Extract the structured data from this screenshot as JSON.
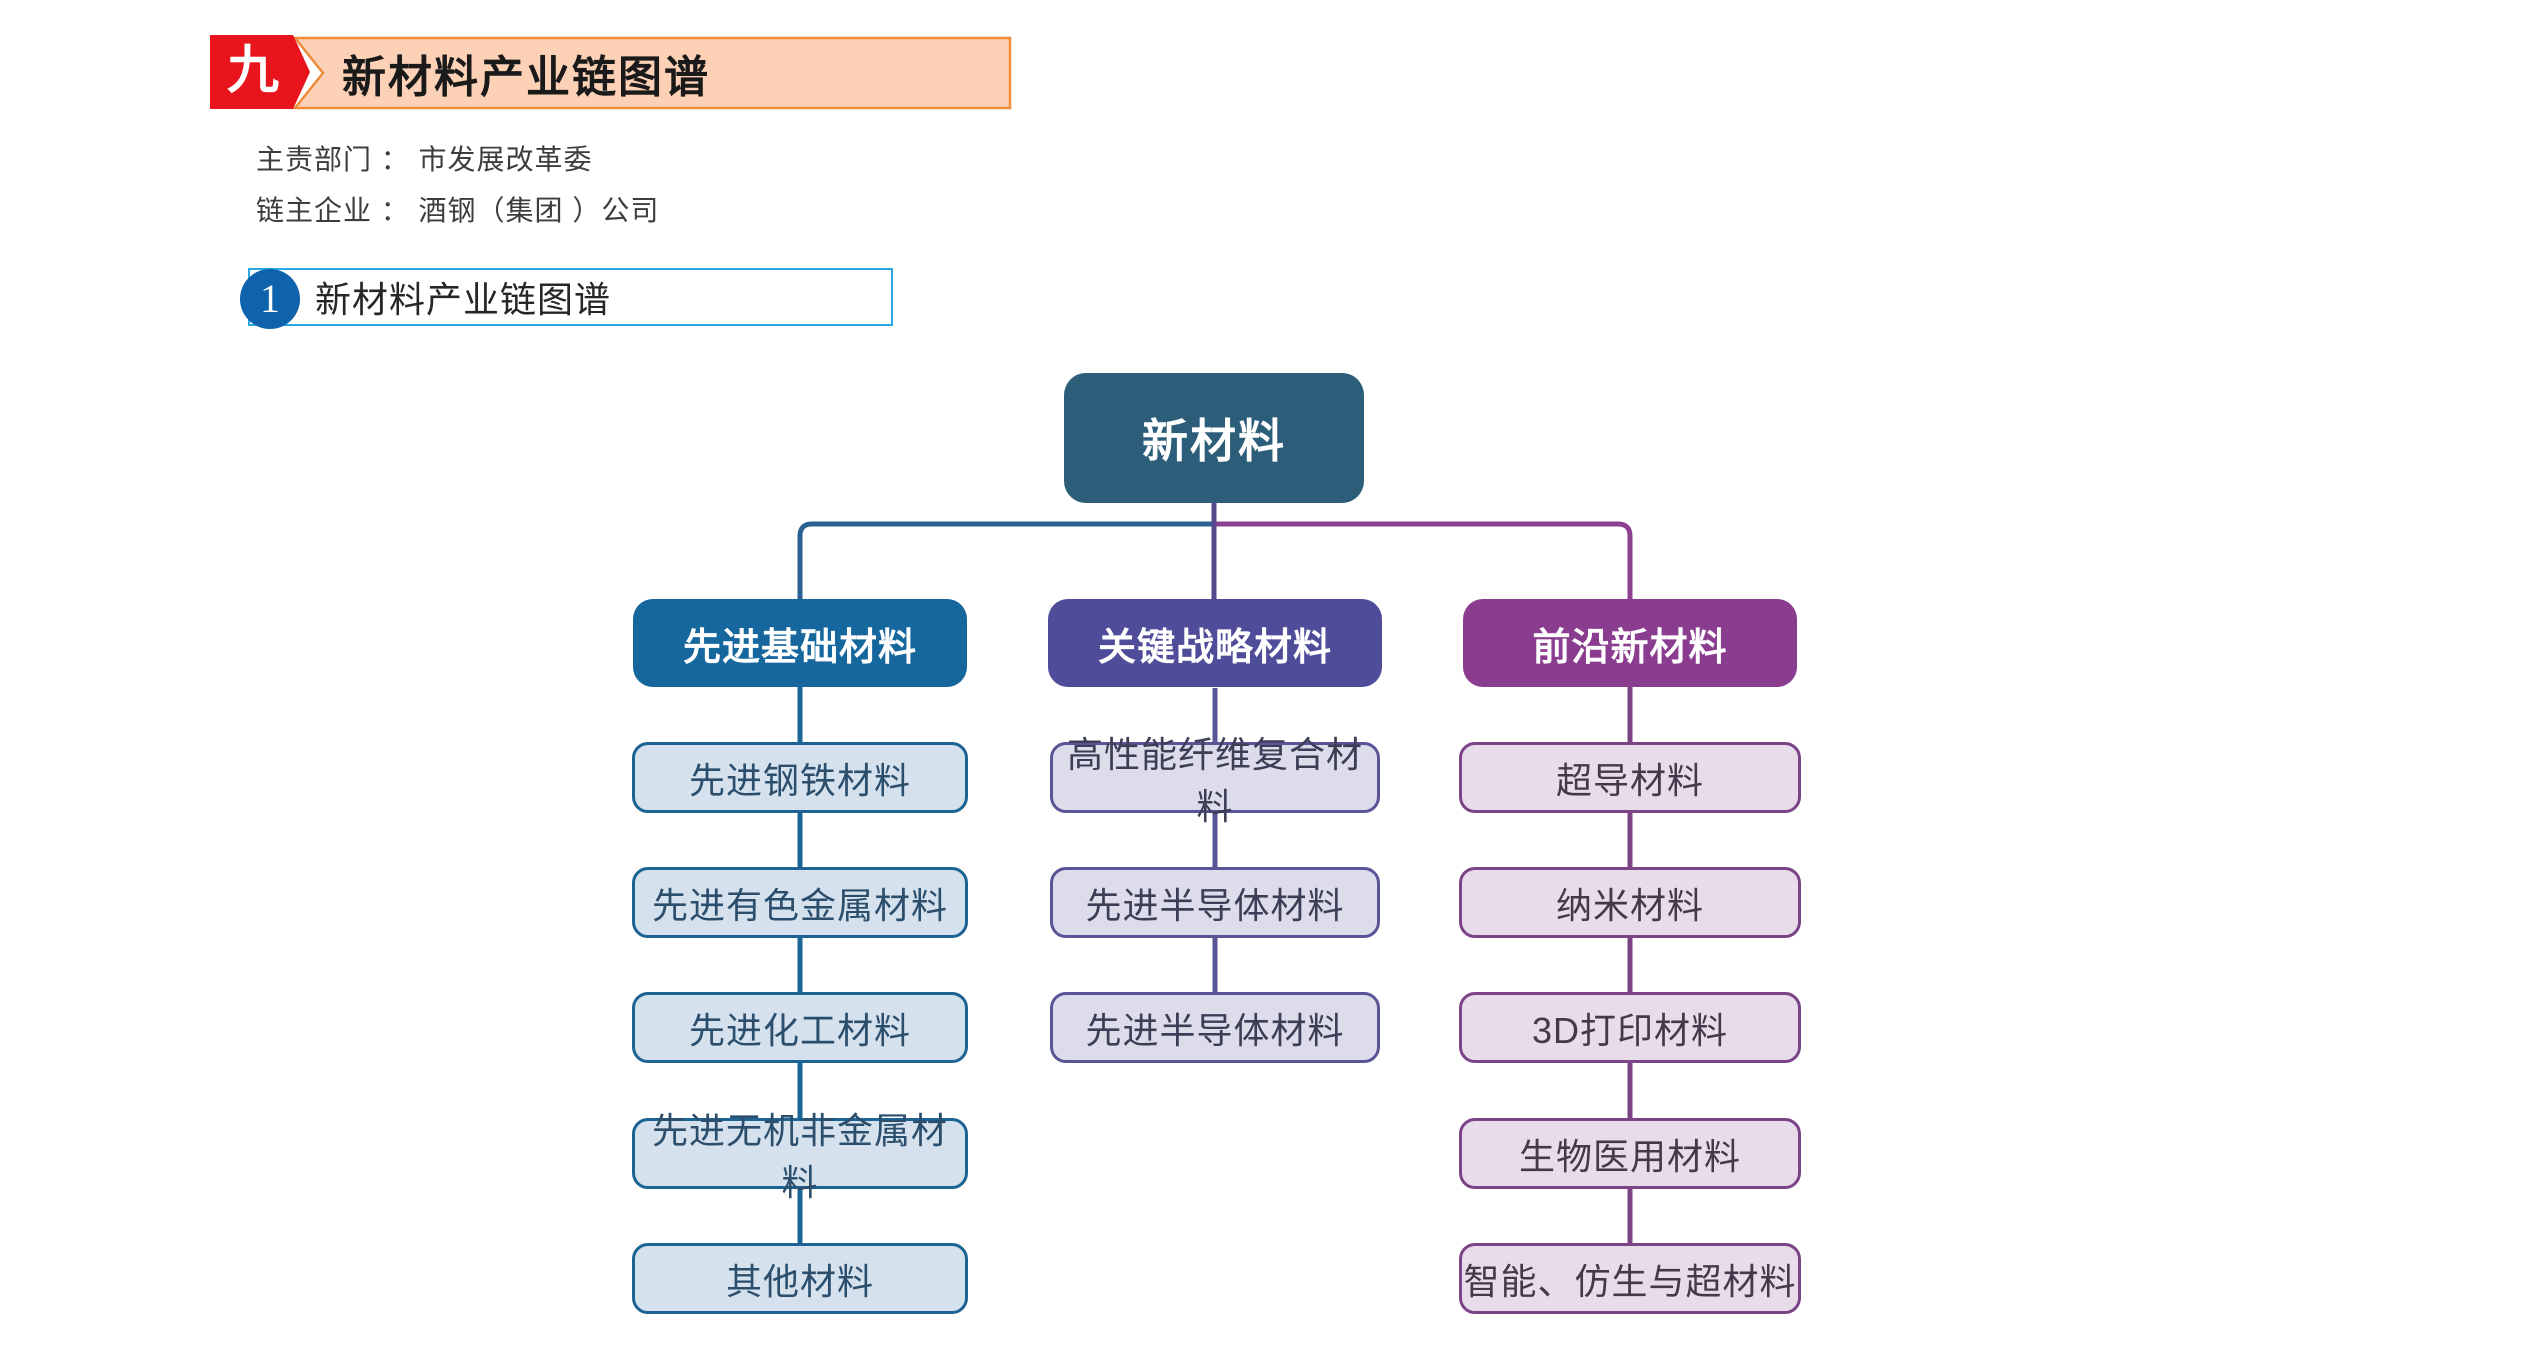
{
  "page": {
    "section_number": "九",
    "title": "新材料产业链图谱"
  },
  "meta": {
    "lines": [
      "主责部门 ： 市发展改革委",
      "链主企业 ： 酒钢（集团 ）公司"
    ]
  },
  "marker": {
    "number": "1",
    "label": "新材料产业链图谱"
  },
  "tree": {
    "root": {
      "label": "新材料"
    },
    "branches": [
      {
        "label": "先进基础材料",
        "children": [
          "先进钢铁材料",
          "先进有色金属材料",
          "先进化工材料",
          "先进无机非金属材料",
          "其他材料"
        ]
      },
      {
        "label": "关键战略材料",
        "children": [
          "高性能纤维复合材料",
          "先进半导体材料",
          "先进半导体材料"
        ]
      },
      {
        "label": "前沿新材料",
        "children": [
          "超导材料",
          "纳米材料",
          "3D打印材料",
          "生物医用材料",
          "智能、仿生与超材料"
        ]
      }
    ]
  },
  "colors": {
    "badge_red": "#e8151d",
    "banner_fill": "#fcd1b5",
    "banner_border": "#ef8c3c",
    "marker_circle_blue": "#0f62ac",
    "marker_box_border": "#29a9e1",
    "root_fill": "#2c5e79",
    "branch1_fill": "#16679e",
    "branch2_fill": "#4f4c99",
    "branch3_fill": "#8a3c8f",
    "connector_left": "#2b6191",
    "connector_right": "#8c4190",
    "connector_center": "#57488b",
    "col1_child_fill": "#d5e1ed",
    "col1_child_border": "#1d6394",
    "col2_child_fill": "#dcdcea",
    "col2_child_border": "#5a5596",
    "col3_child_fill": "#e9dcea",
    "col3_child_border": "#7b4487"
  }
}
